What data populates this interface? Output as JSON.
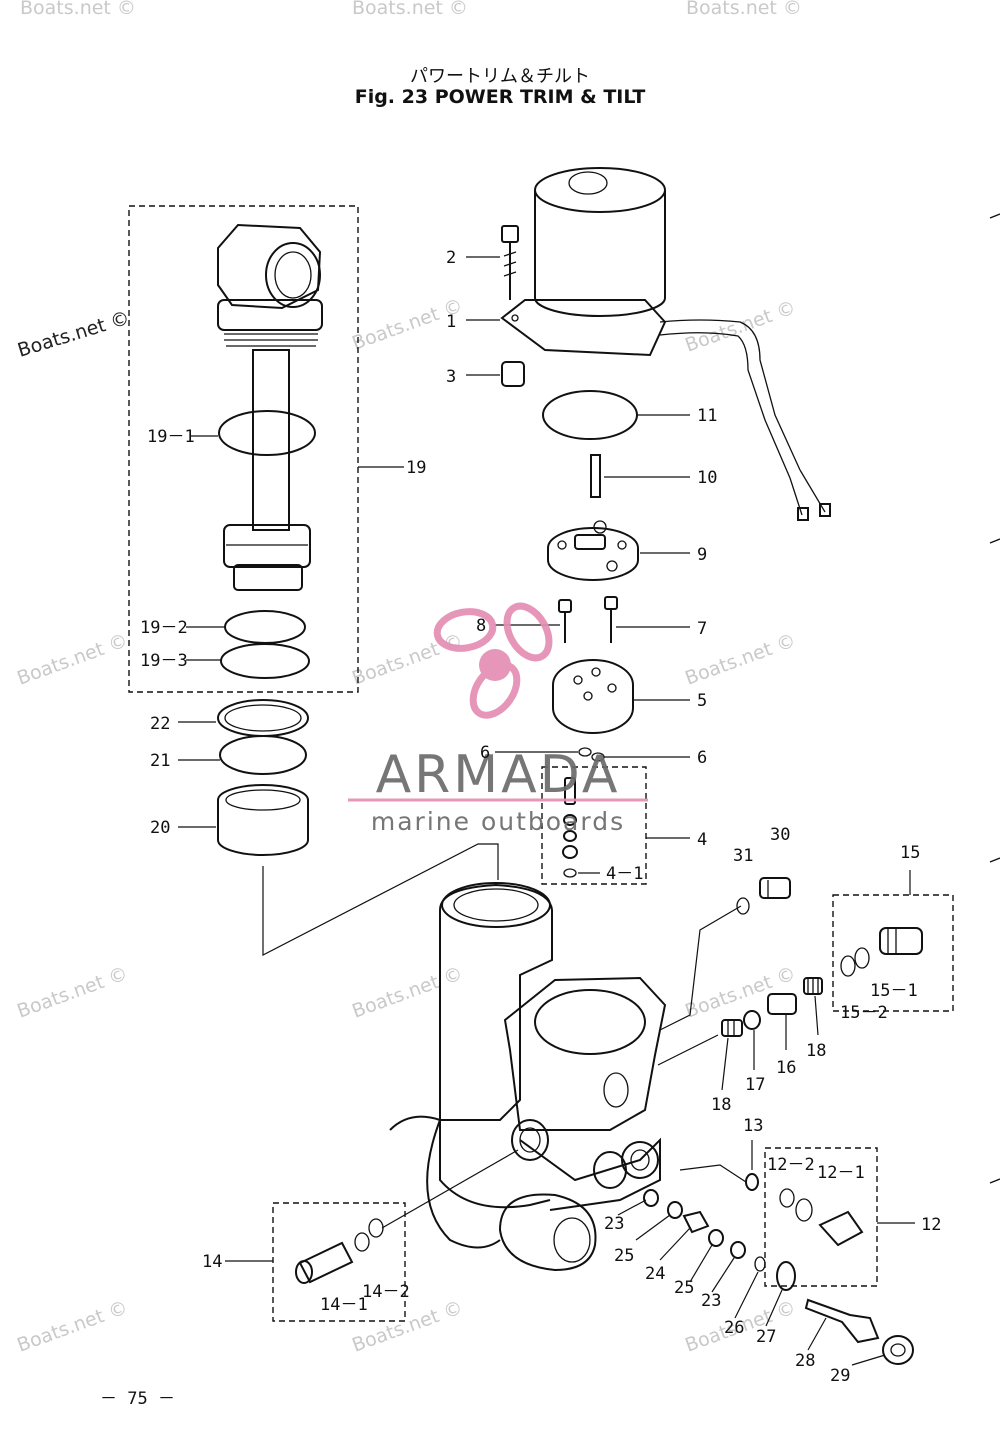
{
  "title_jp": "パワートリム＆チルト",
  "title_en": "Fig. 23   POWER TRIM & TILT",
  "page_number": "－ 75 －",
  "watermark": "Boats.net ©",
  "brand": {
    "name": "ARMADA",
    "tagline": "marine outboards",
    "color": "#e48fb4",
    "text_color": "#6b6b6b"
  },
  "labels": {
    "l1": "1",
    "l2": "2",
    "l3": "3",
    "l4": "4",
    "l4_1": "4－1",
    "l5": "5",
    "l6a": "6",
    "l6b": "6",
    "l7": "7",
    "l8": "8",
    "l9": "9",
    "l10": "10",
    "l11": "11",
    "l12": "12",
    "l12_1": "12－1",
    "l12_2": "12－2",
    "l13": "13",
    "l14": "14",
    "l14_1": "14－1",
    "l14_2": "14－2",
    "l15": "15",
    "l15_1": "15－1",
    "l15_2": "15－2",
    "l16": "16",
    "l17": "17",
    "l18a": "18",
    "l18b": "18",
    "l19": "19",
    "l19_1": "19－1",
    "l19_2": "19－2",
    "l19_3": "19－3",
    "l20": "20",
    "l21": "21",
    "l22": "22",
    "l23a": "23",
    "l23b": "23",
    "l24": "24",
    "l25a": "25",
    "l25b": "25",
    "l26": "26",
    "l27": "27",
    "l28": "28",
    "l29": "29",
    "l30": "30",
    "l31": "31"
  }
}
